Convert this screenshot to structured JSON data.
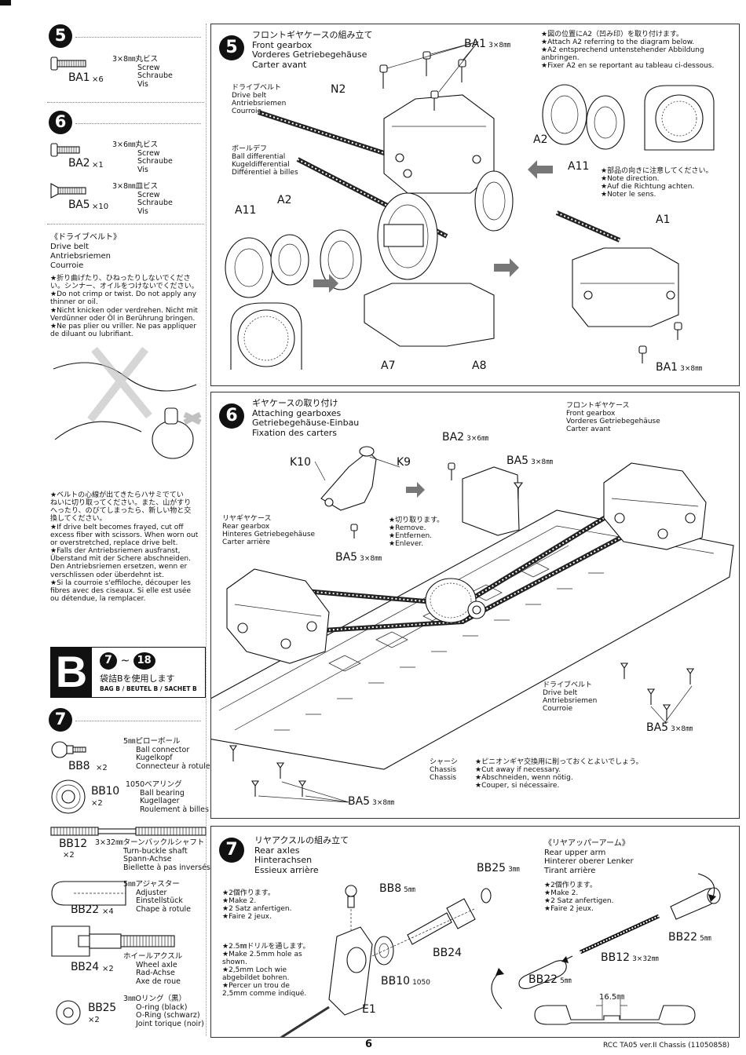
{
  "page": {
    "number": "6",
    "footer": "RCC TA05 ver.II Chassis (11050858)"
  },
  "left": {
    "s5": {
      "num": "5",
      "parts": [
        {
          "code": "BA1",
          "qty": "×6",
          "size": "3×8㎜丸ビス",
          "names": [
            "Screw",
            "Schraube",
            "Vis"
          ]
        }
      ]
    },
    "s6": {
      "num": "6",
      "parts": [
        {
          "code": "BA2",
          "qty": "×1",
          "size": "3×6㎜丸ビス",
          "names": [
            "Screw",
            "Schraube",
            "Vis"
          ]
        },
        {
          "code": "BA5",
          "qty": "×10",
          "size": "3×8㎜皿ビス",
          "names": [
            "Screw",
            "Schraube",
            "Vis"
          ]
        }
      ]
    },
    "belt_note": {
      "title_jp": "《ドライブベルト》",
      "title_lines": [
        "Drive belt",
        "Antriebsriemen",
        "Courroie"
      ],
      "lines": [
        "★折り曲げたり、ひねったりしないでくださ",
        "い。シンナー、オイルをつけないでください。",
        "★Do not crimp or twist. Do not apply any",
        "thinner or oil.",
        "★Nicht knicken oder verdrehen. Nicht mit",
        "Verdünner oder Öl in Berührung bringen.",
        "★Ne pas plier ou vriller. Ne pas appliquer",
        "de diluant ou lubrifiant."
      ]
    },
    "fray_note": {
      "lines": [
        "★ベルトの心線が出てきたらハサミでてい",
        "ねいに切り取ってください。また、山がすり",
        "へったり、のびてしまったら、新しい物と交",
        "換してください。",
        "★If drive belt becomes frayed, cut off",
        "excess fiber with scissors. When worn out",
        "or overstretched, replace drive belt.",
        "★Falls der Antriebsriemen ausfranst,",
        "Überstand mit der Schere abschneiden.",
        "Den Antriebsriemen ersetzen, wenn er",
        "verschlissen oder überdehnt ist.",
        "★Si la courroie s'effiloche, découper les",
        "fibres avec des ciseaux. Si elle est usée",
        "ou détendue, la remplacer."
      ]
    },
    "bag": {
      "letter": "B",
      "range_from": "7",
      "tilde": "~",
      "range_to": "18",
      "jp": "袋詰Bを使用します",
      "en": "BAG B / BEUTEL B / SACHET B"
    },
    "s7": {
      "num": "7",
      "parts": [
        {
          "code": "BB8",
          "qty": "×2",
          "size": "5㎜ピローボール",
          "names": [
            "Ball connector",
            "Kugelkopf",
            "Connecteur à rotule"
          ]
        },
        {
          "code": "BB10",
          "qty": "×2",
          "size": "1050ベアリング",
          "names": [
            "Ball bearing",
            "Kugellager",
            "Roulement à billes"
          ]
        },
        {
          "code": "BB12",
          "qty": "×2",
          "size": "3×32㎜ターンバックルシャフト",
          "names": [
            "Turn-buckle shaft",
            "Spann-Achse",
            "Biellette à pas inversés"
          ]
        },
        {
          "code": "BB22",
          "qty": "×4",
          "size": "5㎜アジャスター",
          "names": [
            "Adjuster",
            "Einstellstück",
            "Chape à rotule"
          ]
        },
        {
          "code": "BB24",
          "qty": "×2",
          "size": "ホイールアクスル",
          "names": [
            "Wheel axle",
            "Rad-Achse",
            "Axe de roue"
          ]
        },
        {
          "code": "BB25",
          "qty": "×2",
          "size": "3㎜Oリング（黒）",
          "names": [
            "O-ring (black)",
            "O-Ring (schwarz)",
            "Joint torique (noir)"
          ]
        }
      ]
    }
  },
  "step5": {
    "num": "5",
    "title_jp": "フロントギヤケースの組み立て",
    "title_lines": [
      "Front gearbox",
      "Vorderes Getriebegehäuse",
      "Carter avant"
    ],
    "note_lines": [
      "★図の位置にA2（凹み印）を取り付けます。",
      "★Attach A2 referring to the diagram below.",
      "★A2 entsprechend untenstehender Abbildung",
      "anbringen.",
      "★Fixer A2 en se reportant au tableau ci-dessous."
    ],
    "direction_lines": [
      "★部品の向きに注意してください。",
      "★Note direction.",
      "★Auf die Richtung achten.",
      "★Noter le sens."
    ],
    "belt_jp": "ドライブベルト",
    "belt_lines": [
      "Drive belt",
      "Antriebsriemen",
      "Courroie"
    ],
    "diff_jp": "ボールデフ",
    "diff_lines": [
      "Ball differential",
      "Kugeldifferential",
      "Différentiel à billes"
    ],
    "labels": {
      "ba1_top": "BA1",
      "ba1_top_mm": "3×8㎜",
      "n2": "N2",
      "a11_left": "A11",
      "a2_left": "A2",
      "a7": "A7",
      "a8": "A8",
      "a2_right": "A2",
      "a11_right": "A11",
      "a1": "A1",
      "ba1_bottom": "BA1",
      "ba1_bottom_mm": "3×8㎜"
    }
  },
  "step6": {
    "num": "6",
    "title_jp": "ギヤケースの取り付け",
    "title_lines": [
      "Attaching gearboxes",
      "Getriebegehäuse-Einbau",
      "Fixation des carters"
    ],
    "front_jp": "フロントギヤケース",
    "front_lines": [
      "Front gearbox",
      "Vorderes Getriebegehäuse",
      "Carter avant"
    ],
    "rear_jp": "リヤギヤケース",
    "rear_lines": [
      "Rear gearbox",
      "Hinteres Getriebegehäuse",
      "Carter arrière"
    ],
    "remove_lines": [
      "★切り取ります。",
      "★Remove.",
      "★Entfernen.",
      "★Enlever."
    ],
    "belt_jp": "ドライブベルト",
    "belt_lines": [
      "Drive belt",
      "Antriebsriemen",
      "Courroie"
    ],
    "chassis_jp": "シャーシ",
    "chassis_lines": [
      "Chassis",
      "Chassis"
    ],
    "cut_lines": [
      "★ピニオンギヤ交換用に削っておくとよいでしょう。",
      "★Cut away if necessary.",
      "★Abschneiden, wenn nötig.",
      "★Couper, si nécessaire."
    ],
    "labels": {
      "k10": "K10",
      "k9": "K9",
      "ba2": "BA2",
      "ba2_mm": "3×6㎜",
      "ba5_a": "BA5",
      "ba5_a_mm": "3×8㎜",
      "ba5_b": "BA5",
      "ba5_b_mm": "3×8㎜",
      "ba5_c": "BA5",
      "ba5_c_mm": "3×8㎜",
      "ba5_d": "BA5",
      "ba5_d_mm": "3×8㎜"
    }
  },
  "step7": {
    "num": "7",
    "title_jp": "リヤアクスルの組み立て",
    "title_lines": [
      "Rear axles",
      "Hinterachsen",
      "Essieux arrière"
    ],
    "make2_lines": [
      "★2個作ります。",
      "★Make 2.",
      "★2 Satz anfertigen.",
      "★Faire 2 jeux."
    ],
    "drill_lines": [
      "★2.5㎜ドリルを通します。",
      "★Make 2.5mm hole as",
      "shown.",
      "★2,5mm Loch wie",
      "abgebildet bohren.",
      "★Percer un trou de",
      "2,5mm comme indiqué."
    ],
    "upper_jp": "《リヤアッパーアーム》",
    "upper_lines": [
      "Rear upper arm",
      "Hinterer oberer Lenker",
      "Tirant arrière"
    ],
    "make2b_lines": [
      "★2個作ります。",
      "★Make 2.",
      "★2 Satz anfertigen.",
      "★Faire 2 jeux."
    ],
    "labels": {
      "bb8": "BB8",
      "bb8_mm": "5㎜",
      "bb25": "BB25",
      "bb25_mm": "3㎜",
      "bb24": "BB24",
      "bb10": "BB10",
      "bb10_mm": "1050",
      "e1": "E1",
      "bb22_a": "BB22",
      "bb22_a_mm": "5㎜",
      "bb12": "BB12",
      "bb12_mm": "3×32㎜",
      "bb22_b": "BB22",
      "bb22_b_mm": "5㎜",
      "length": "16.5㎜"
    }
  }
}
